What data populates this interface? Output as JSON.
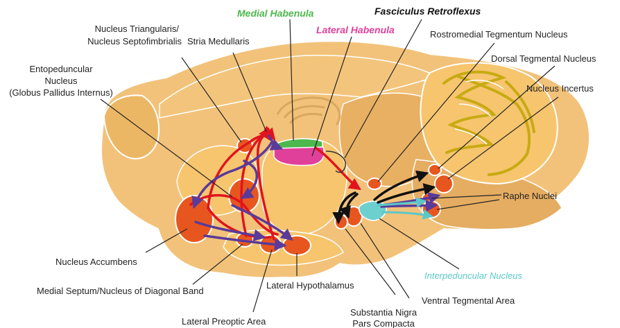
{
  "labels": {
    "medial_habenula": "Medial Habenula",
    "fasciculus_retroflexus": "Fasciculus Retroflexus",
    "lateral_habenula": "Lateral Habenula",
    "nucleus_triangularis_1": "Nucleus Triangularis/",
    "nucleus_triangularis_2": "Nucleus Septofimbrialis",
    "stria_medullaris": "Stria Medullaris",
    "rostromedial_tegmentum": "Rostromedial Tegmentum Nucleus",
    "dorsal_tegmental": "Dorsal Tegmental Nucleus",
    "nucleus_incertus": "Nucleus Incertus",
    "entopeduncular_1": "Entopeduncular",
    "entopeduncular_2": "Nucleus",
    "entopeduncular_3": "(Globus Pallidus Internus)",
    "raphe_nuclei": "Raphe Nuclei",
    "nucleus_accumbens": "Nucleus Accumbens",
    "medial_septum": "Medial Septum/Nucleus of Diagonal Band",
    "lateral_hypothalamus": "Lateral Hypothalamus",
    "interpeduncular": "Interpeduncular Nucleus",
    "ventral_tegmental": "Ventral Tegmental Area",
    "substantia_nigra_1": "Substantia Nigra",
    "substantia_nigra_2": "Pars Compacta",
    "lateral_preoptic": "Lateral Preoptic Area"
  },
  "colors": {
    "brain_outer": "#f2c27a",
    "brain_inner": "#f6c56e",
    "brain_shade": "#e8b063",
    "cerebellum_gyri": "#c8aa12",
    "nucleus_orange": "#e8561f",
    "medial_habenula": "#4db84d",
    "lateral_habenula": "#e0409a",
    "interpeduncular": "#6ecfcf",
    "afferent_red": "#e0141e",
    "efferent_purple": "#5a3a9a",
    "black_arrow": "#111111",
    "teal_arrow": "#5ac8c8"
  }
}
